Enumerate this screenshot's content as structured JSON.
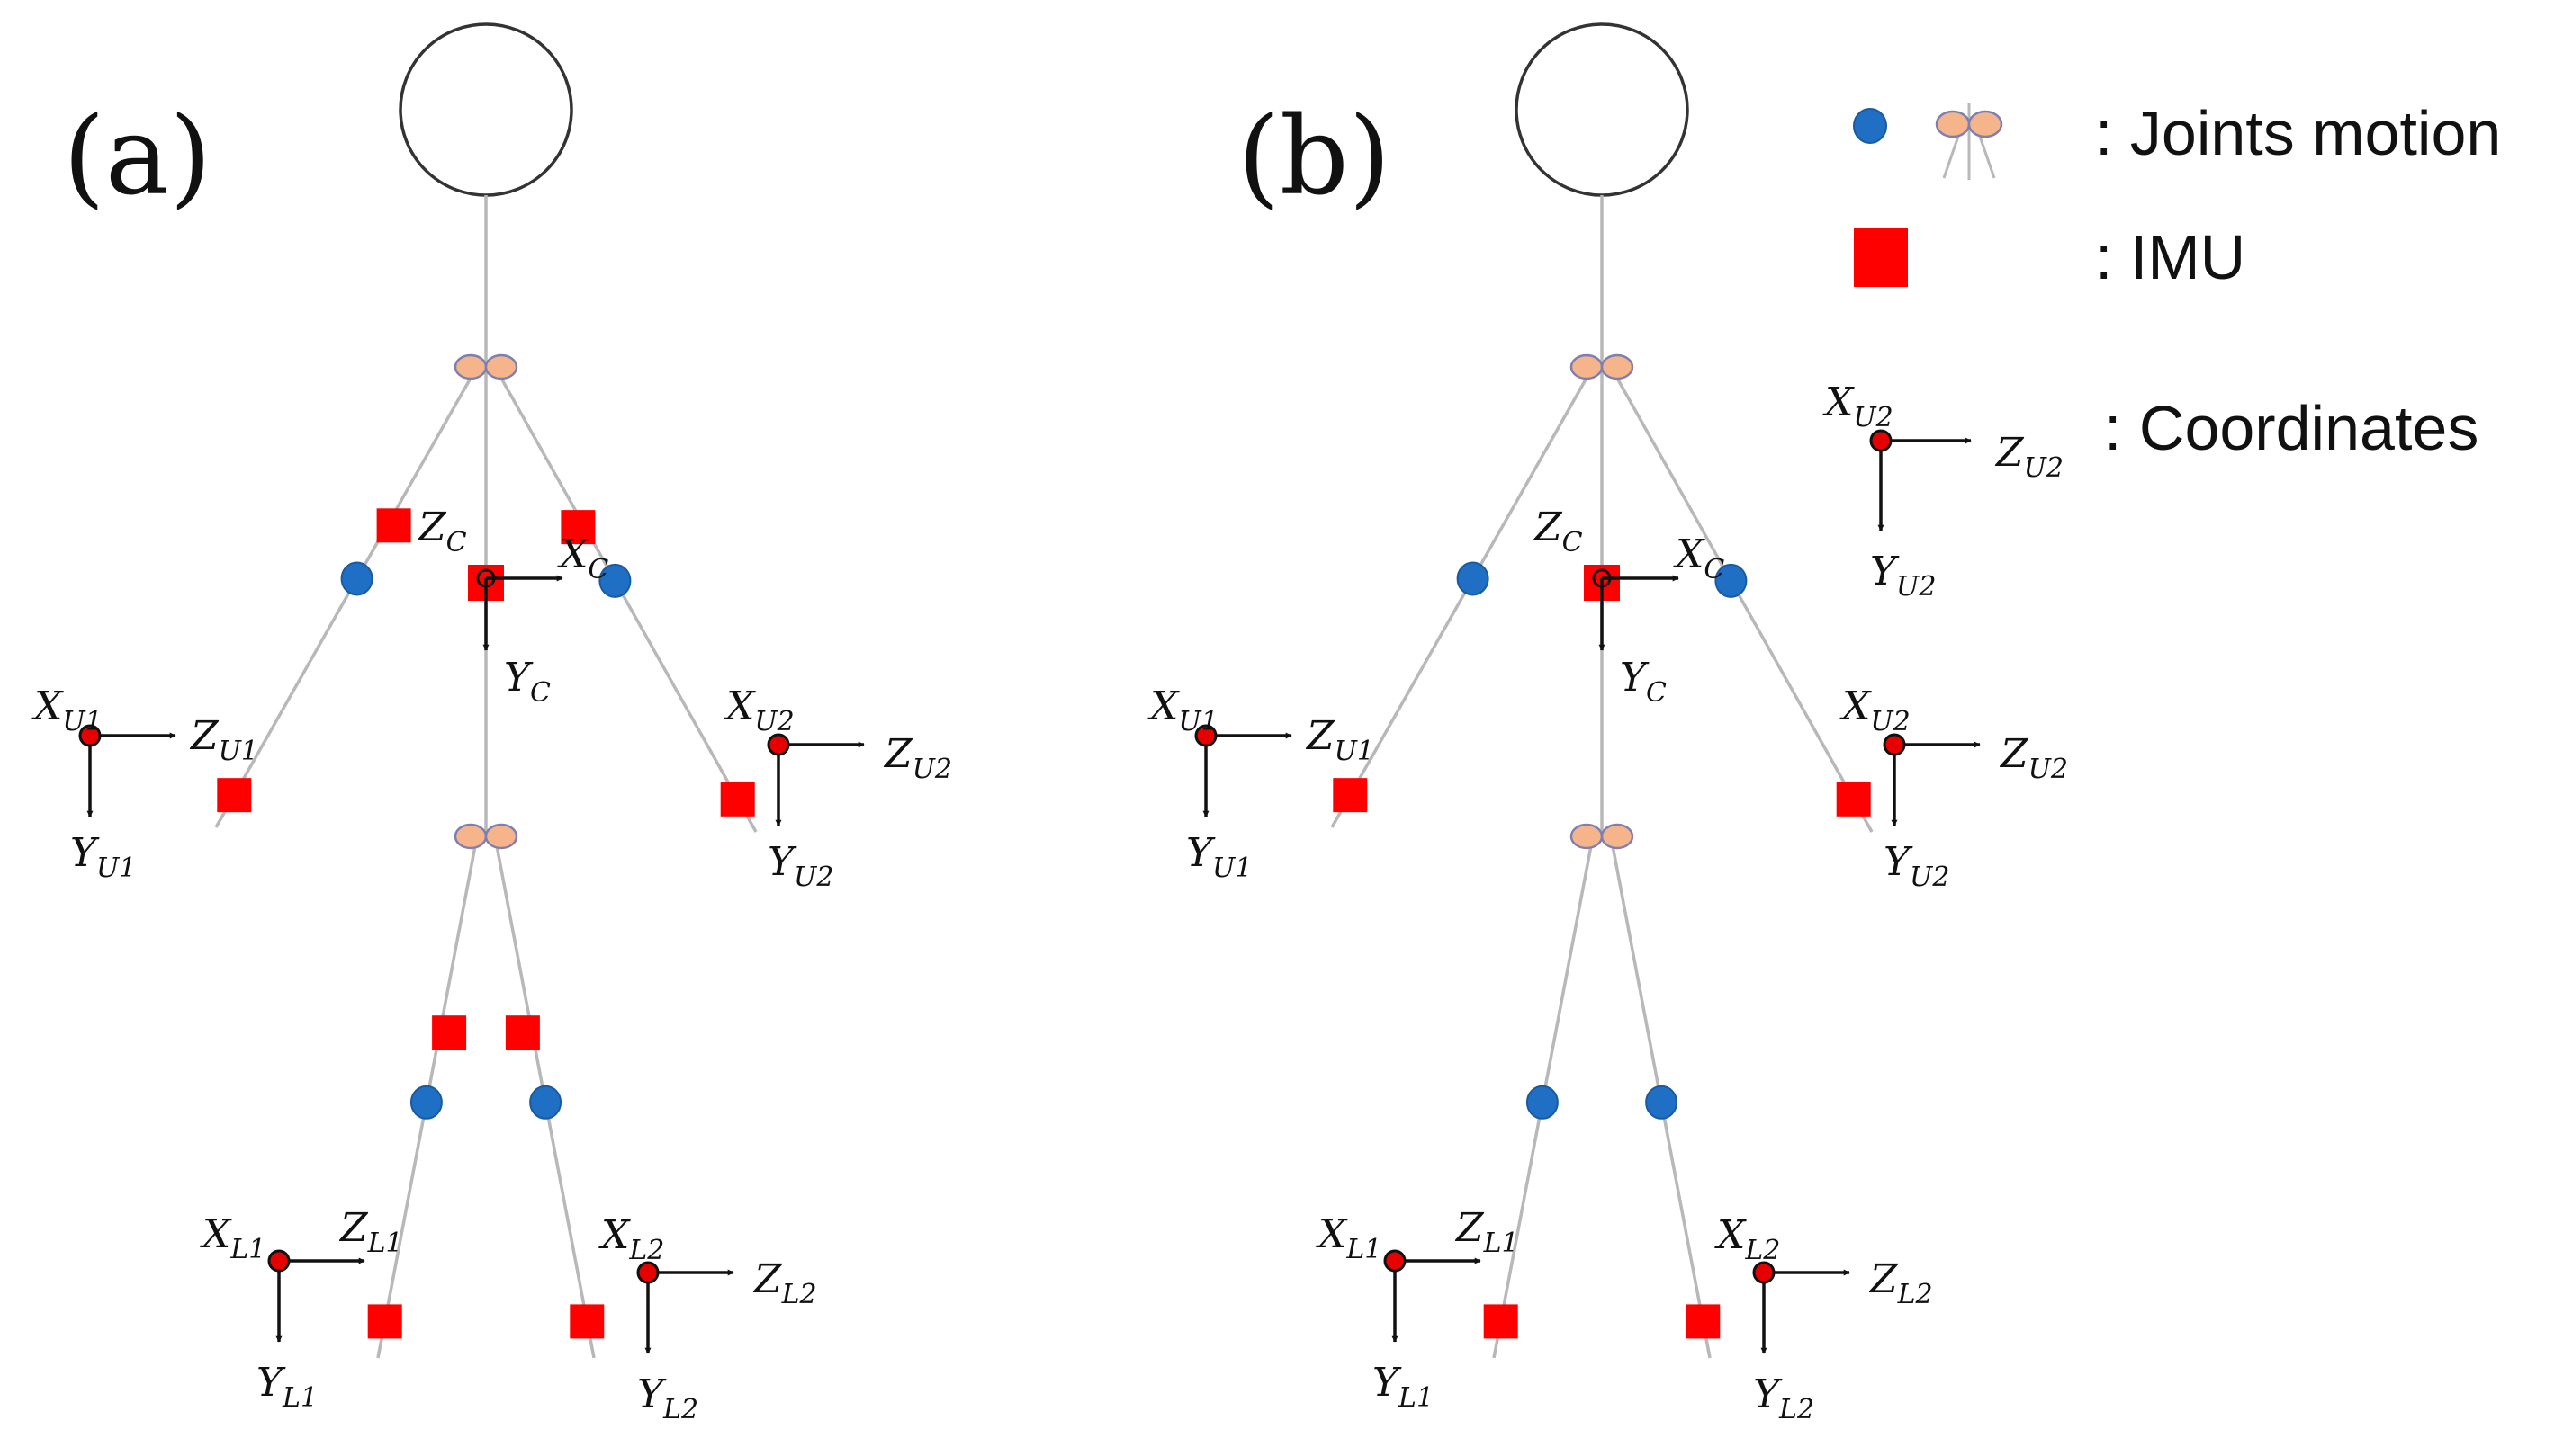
{
  "panels": [
    {
      "label": "(a)",
      "show_upper_imus": true,
      "show_lower_imus": true,
      "frames": {
        "center": {
          "x": "X",
          "xs": "C",
          "y": "Y",
          "ys": "C",
          "z": "Z",
          "zs": "C"
        },
        "upper_left": {
          "x": "X",
          "xs": "U1",
          "y": "Y",
          "ys": "U1",
          "z": "Z",
          "zs": "U1"
        },
        "upper_right": {
          "x": "X",
          "xs": "U2",
          "y": "Y",
          "ys": "U2",
          "z": "Z",
          "zs": "U2"
        },
        "lower_left": {
          "x": "X",
          "xs": "L1",
          "y": "Y",
          "ys": "L1",
          "z": "Z",
          "zs": "L1"
        },
        "lower_right": {
          "x": "X",
          "xs": "L2",
          "y": "Y",
          "ys": "L2",
          "z": "Z",
          "zs": "L2"
        }
      }
    },
    {
      "label": "(b)",
      "show_upper_imus": false,
      "show_lower_imus": false,
      "frames": {
        "center": {
          "x": "X",
          "xs": "C",
          "y": "Y",
          "ys": "C",
          "z": "Z",
          "zs": "C"
        },
        "upper_left": {
          "x": "X",
          "xs": "U1",
          "y": "Y",
          "ys": "U1",
          "z": "Z",
          "zs": "U1"
        },
        "upper_right": {
          "x": "X",
          "xs": "U2",
          "y": "Y",
          "ys": "U2",
          "z": "Z",
          "zs": "U2"
        },
        "lower_left": {
          "x": "X",
          "xs": "L1",
          "y": "Y",
          "ys": "L1",
          "z": "Z",
          "zs": "L1"
        },
        "lower_right": {
          "x": "X",
          "xs": "L2",
          "y": "Y",
          "ys": "L2",
          "z": "Z",
          "zs": "L2"
        }
      }
    }
  ],
  "legend": {
    "joints_label": ": Joints motion",
    "imu_label": ": IMU",
    "coordinates_label": ": Coordinates",
    "frame": {
      "x": "X",
      "xs": "U2",
      "y": "Y",
      "ys": "U2",
      "z": "Z",
      "zs": "U2"
    }
  },
  "colors": {
    "imu": "#ff0000",
    "joint": "#1f6fc5",
    "joint_stroke": "#1a5aa0",
    "hinge": "#f5b48a",
    "hinge_stroke": "#7d7fb0",
    "origin": "#e60000",
    "limb": "#b8b8b8",
    "text": "#111111"
  }
}
